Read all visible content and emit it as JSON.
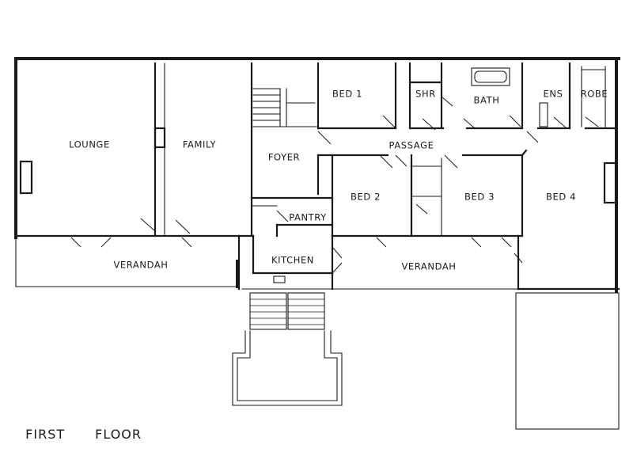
{
  "plan": {
    "title_word_1": "FIRST",
    "title_word_2": "FLOOR",
    "rooms": {
      "lounge": "LOUNGE",
      "family": "FAMILY",
      "foyer": "FOYER",
      "bed_1": "BED 1",
      "shr": "SHR",
      "bath": "BATH",
      "ens": "ENS",
      "robe": "ROBE",
      "passage": "PASSAGE",
      "bed_2": "BED 2",
      "bed_3": "BED 3",
      "bed_4": "BED 4",
      "pantry": "PANTRY",
      "kitchen": "KITCHEN",
      "verandah_west": "VERANDAH",
      "verandah_east": "VERANDAH"
    }
  }
}
